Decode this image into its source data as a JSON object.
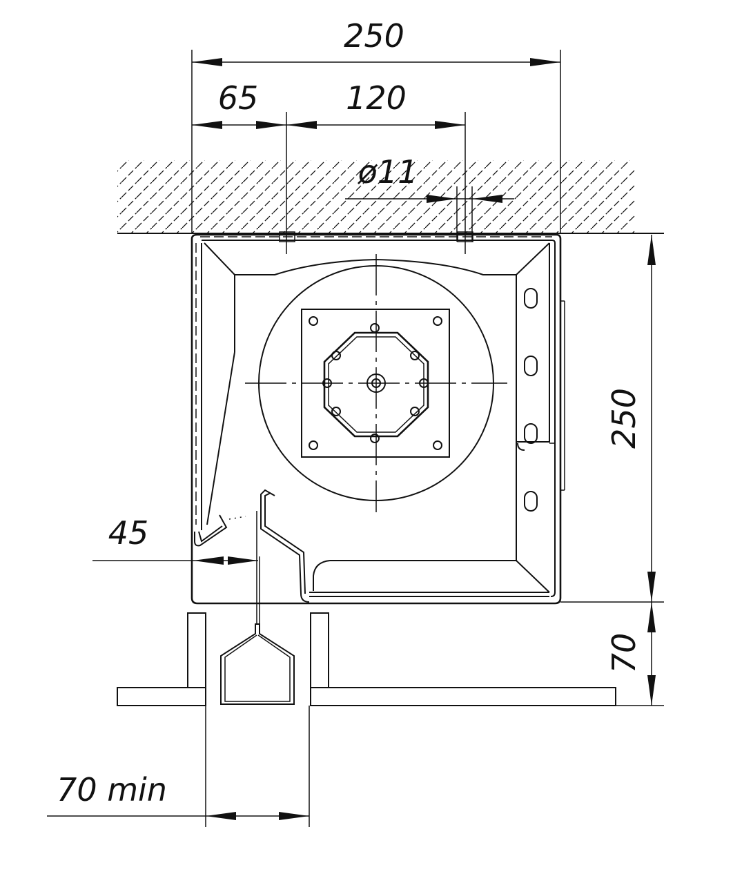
{
  "dimensions": {
    "overall_width": "250",
    "left_offset": "65",
    "hole_spacing": "120",
    "hole_diameter": "ø11",
    "height": "250",
    "floor_gap": "70",
    "side_gap": "45",
    "slot_width": "70 min"
  },
  "colors": {
    "line": "#111111",
    "background": "#ffffff"
  }
}
